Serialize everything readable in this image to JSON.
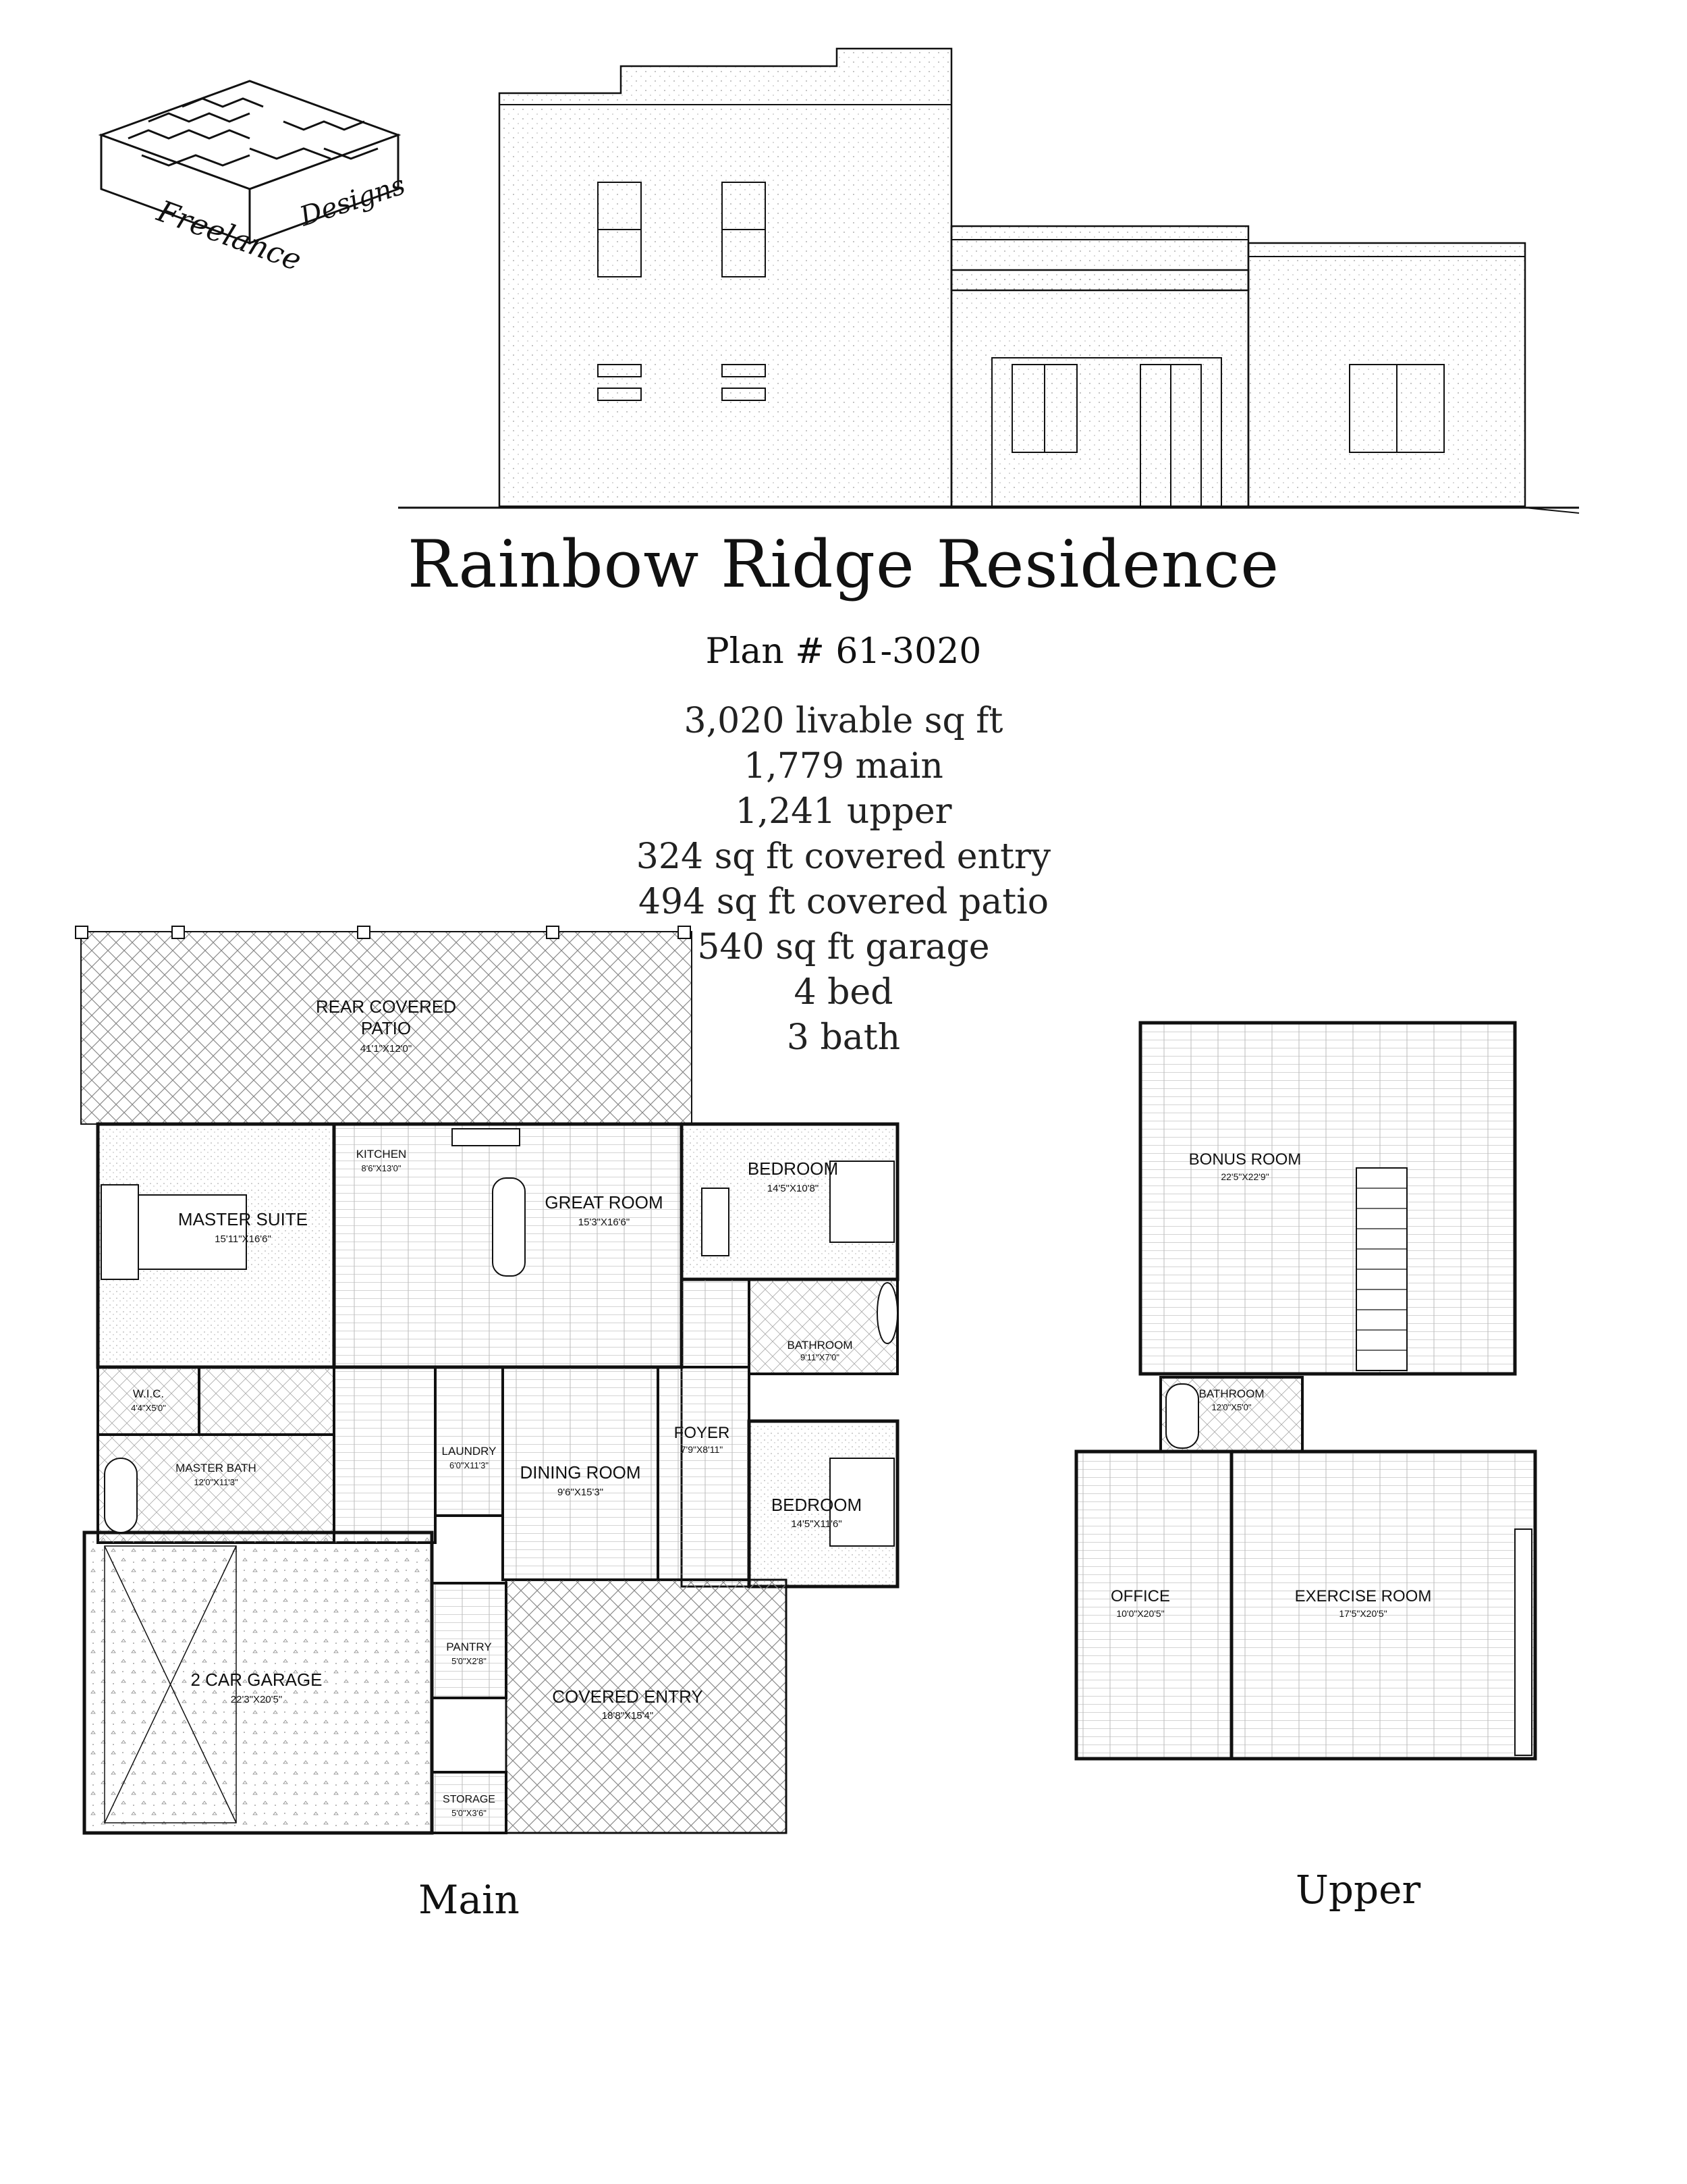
{
  "brand": {
    "line1": "Freelance",
    "line2": "Designs"
  },
  "title": "Rainbow Ridge Residence",
  "plan_number": "Plan # 61-3020",
  "stats": [
    "3,020 livable sq ft",
    "1,779 main",
    "1,241 upper",
    "324 sq ft covered entry",
    "494 sq ft covered patio",
    "540 sq ft garage",
    "4 bed",
    "3 bath"
  ],
  "main_floor": {
    "label": "Main",
    "rooms": {
      "rear_patio": {
        "name1": "REAR COVERED",
        "name2": "PATIO",
        "dims": "41'1\"X12'0\""
      },
      "master_suite": {
        "name": "MASTER SUITE",
        "dims": "15'11\"X16'6\""
      },
      "kitchen": {
        "name": "KITCHEN",
        "dims": "8'6\"X13'0\""
      },
      "great_room": {
        "name": "GREAT ROOM",
        "dims": "15'3\"X16'6\""
      },
      "bedroom_1": {
        "name": "BEDROOM",
        "dims": "14'5\"X10'8\""
      },
      "bathroom": {
        "name": "BATHROOM",
        "dims": "9'11\"X7'0\""
      },
      "wic": {
        "name": "W.I.C.",
        "dims": "4'4\"X5'0\""
      },
      "master_bath": {
        "name": "MASTER BATH",
        "dims": "12'0\"X11'3\""
      },
      "laundry": {
        "name": "LAUNDRY",
        "dims": "6'0\"X11'3\""
      },
      "dining_room": {
        "name": "DINING ROOM",
        "dims": "9'6\"X15'3\""
      },
      "foyer": {
        "name": "FOYER",
        "dims": "7'9\"X8'11\""
      },
      "bedroom_2": {
        "name": "BEDROOM",
        "dims": "14'5\"X11'6\""
      },
      "garage": {
        "name": "2 CAR GARAGE",
        "dims": "22'3\"X20'5\""
      },
      "pantry": {
        "name": "PANTRY",
        "dims": "5'0\"X2'8\""
      },
      "covered_entry": {
        "name": "COVERED ENTRY",
        "dims": "18'8\"X15'4\""
      },
      "storage": {
        "name": "STORAGE",
        "dims": "5'0\"X3'6\""
      }
    }
  },
  "upper_floor": {
    "label": "Upper",
    "rooms": {
      "bonus_room": {
        "name": "BONUS ROOM",
        "dims": "22'5\"X22'9\""
      },
      "bathroom": {
        "name": "BATHROOM",
        "dims": "12'0\"X5'0\""
      },
      "office": {
        "name": "OFFICE",
        "dims": "10'0\"X20'5\""
      },
      "exercise_room": {
        "name": "EXERCISE ROOM",
        "dims": "17'5\"X20'5\""
      }
    }
  }
}
